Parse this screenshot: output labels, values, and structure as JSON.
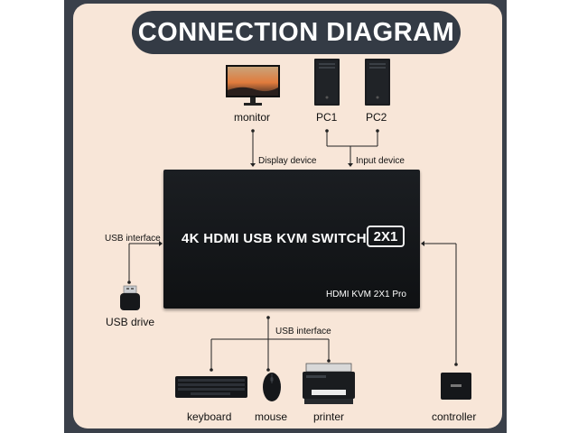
{
  "title": "CONNECTION DIAGRAM",
  "labels": {
    "monitor": "monitor",
    "pc1": "PC1",
    "pc2": "PC2",
    "display_device": "Display device",
    "input_device": "Input device",
    "usb_interface_left": "USB interface",
    "usb_interface_bottom": "USB interface",
    "usb_drive": "USB drive",
    "keyboard": "keyboard",
    "mouse": "mouse",
    "printer": "printer",
    "controller": "controller"
  },
  "switch": {
    "name": "4K HDMI USB KVM SWITCH",
    "badge": "2X1",
    "model": "HDMI KVM 2X1 Pro"
  },
  "colors": {
    "frame": "#3a404a",
    "panel": "#f8e6d8",
    "title_bg": "#343b45",
    "device_body": "#1a1c1f"
  }
}
